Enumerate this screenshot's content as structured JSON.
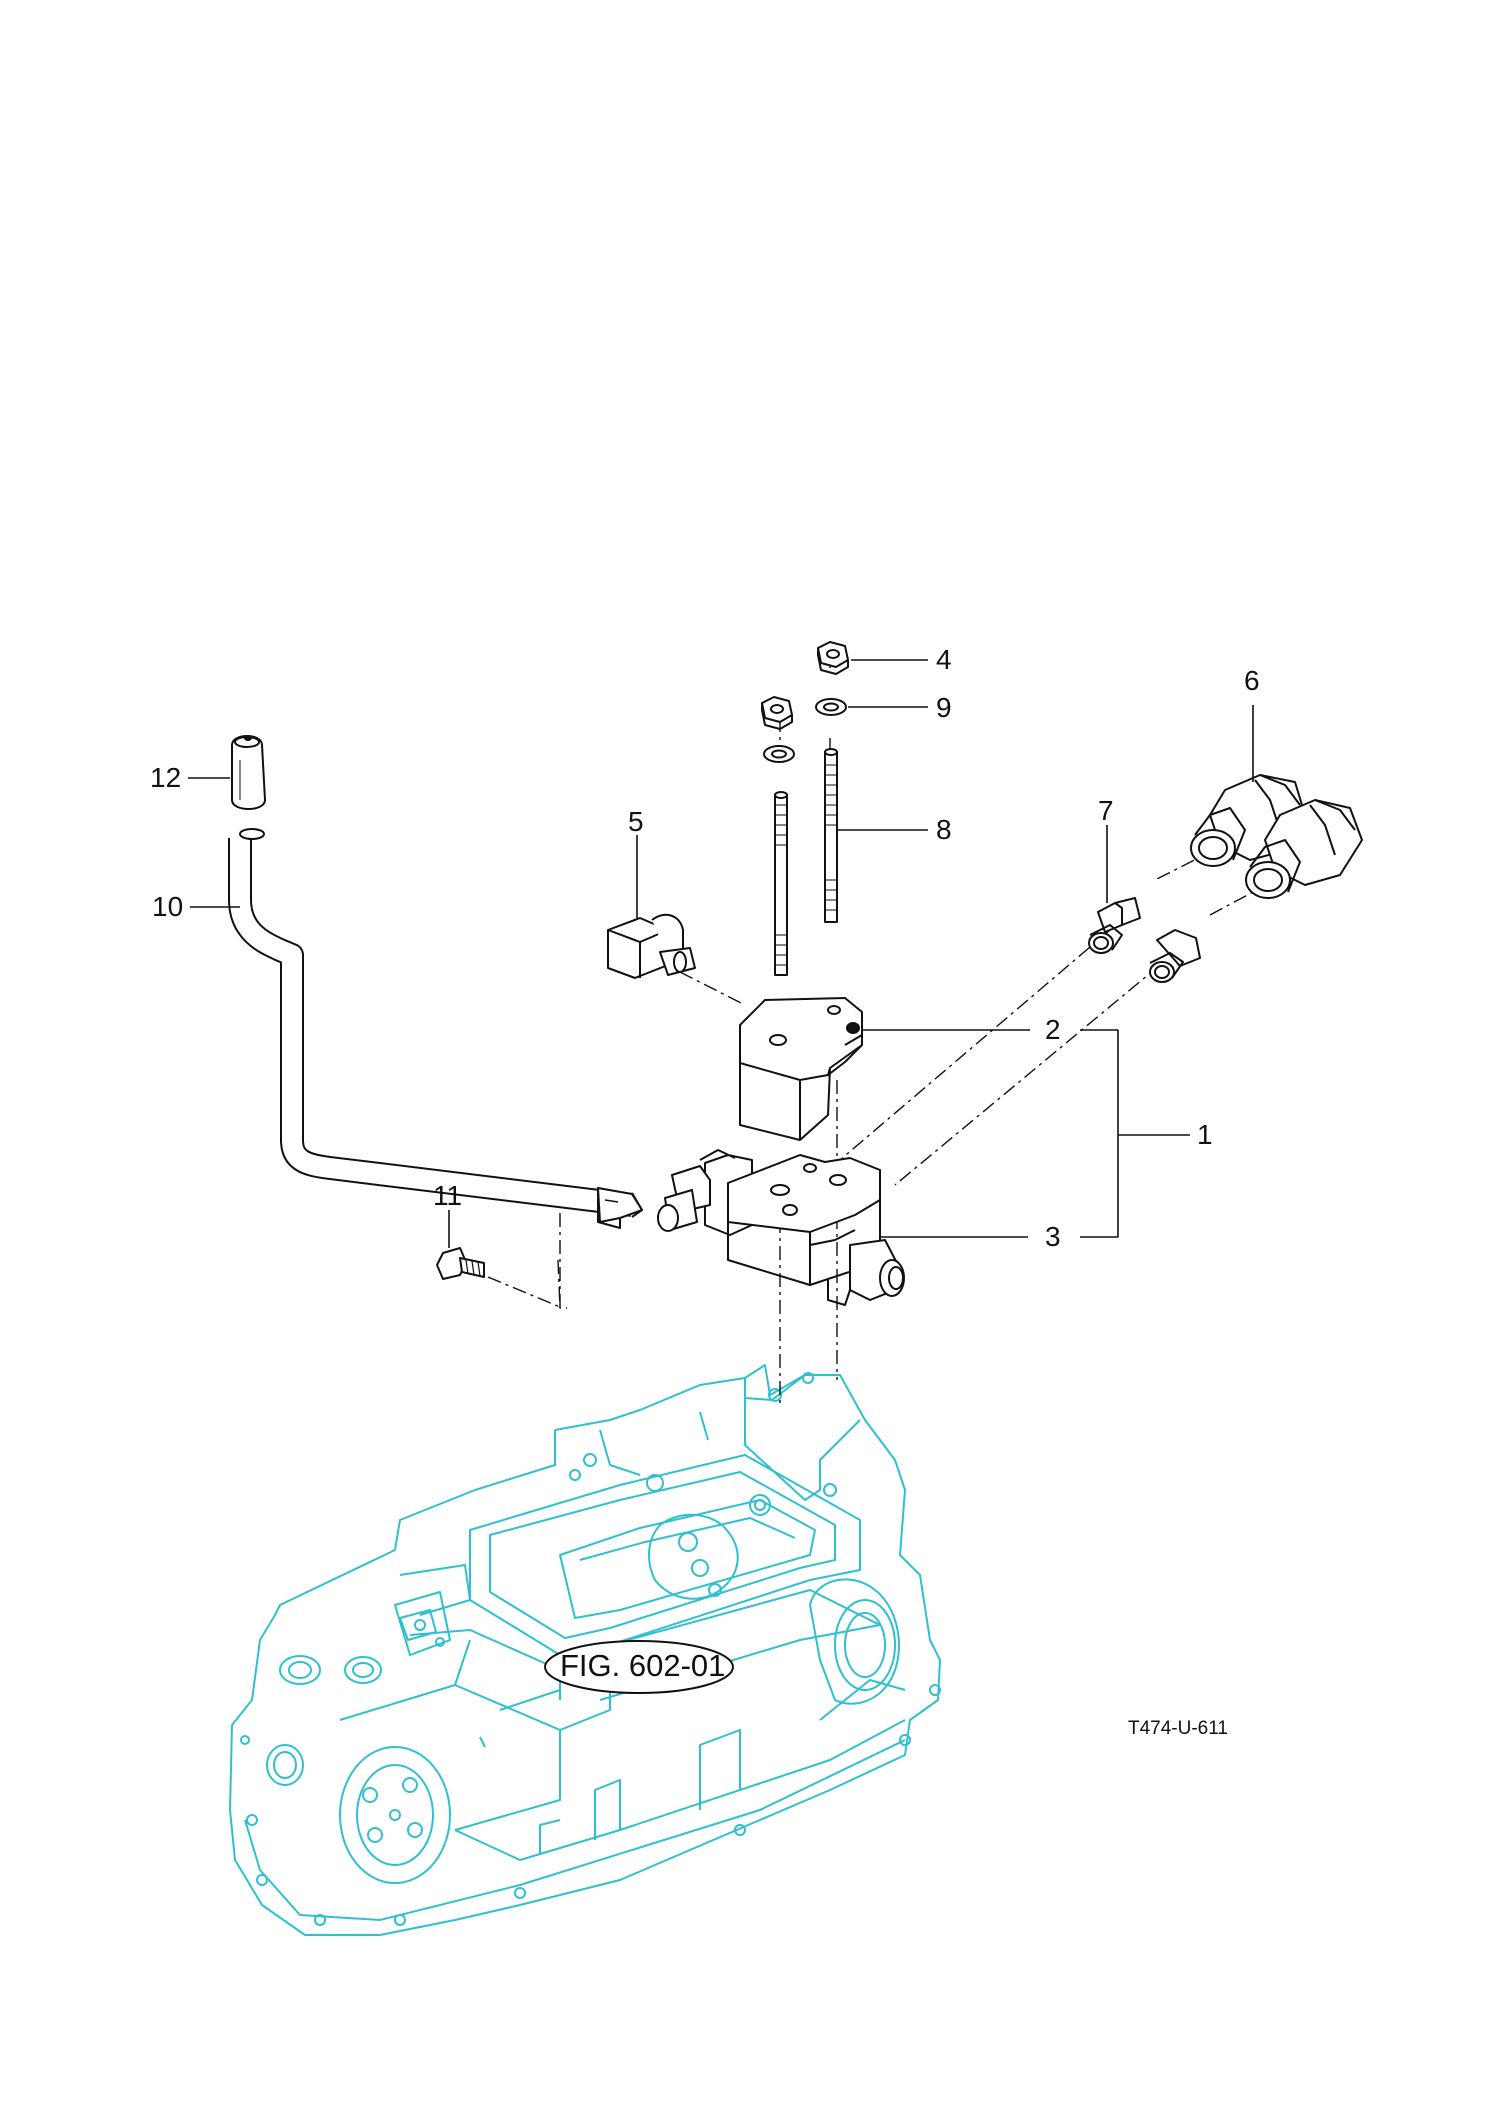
{
  "callouts": {
    "c1": "1",
    "c2": "2",
    "c3": "3",
    "c4": "4",
    "c5": "5",
    "c6": "6",
    "c7": "7",
    "c8": "8",
    "c9": "9",
    "c10": "10",
    "c11": "11",
    "c12": "12"
  },
  "figure_reference": "FIG. 602-01",
  "drawing_number": "T474-U-611",
  "colors": {
    "line": "#111111",
    "reference_housing": "#2fc0cf",
    "background": "#ffffff"
  }
}
